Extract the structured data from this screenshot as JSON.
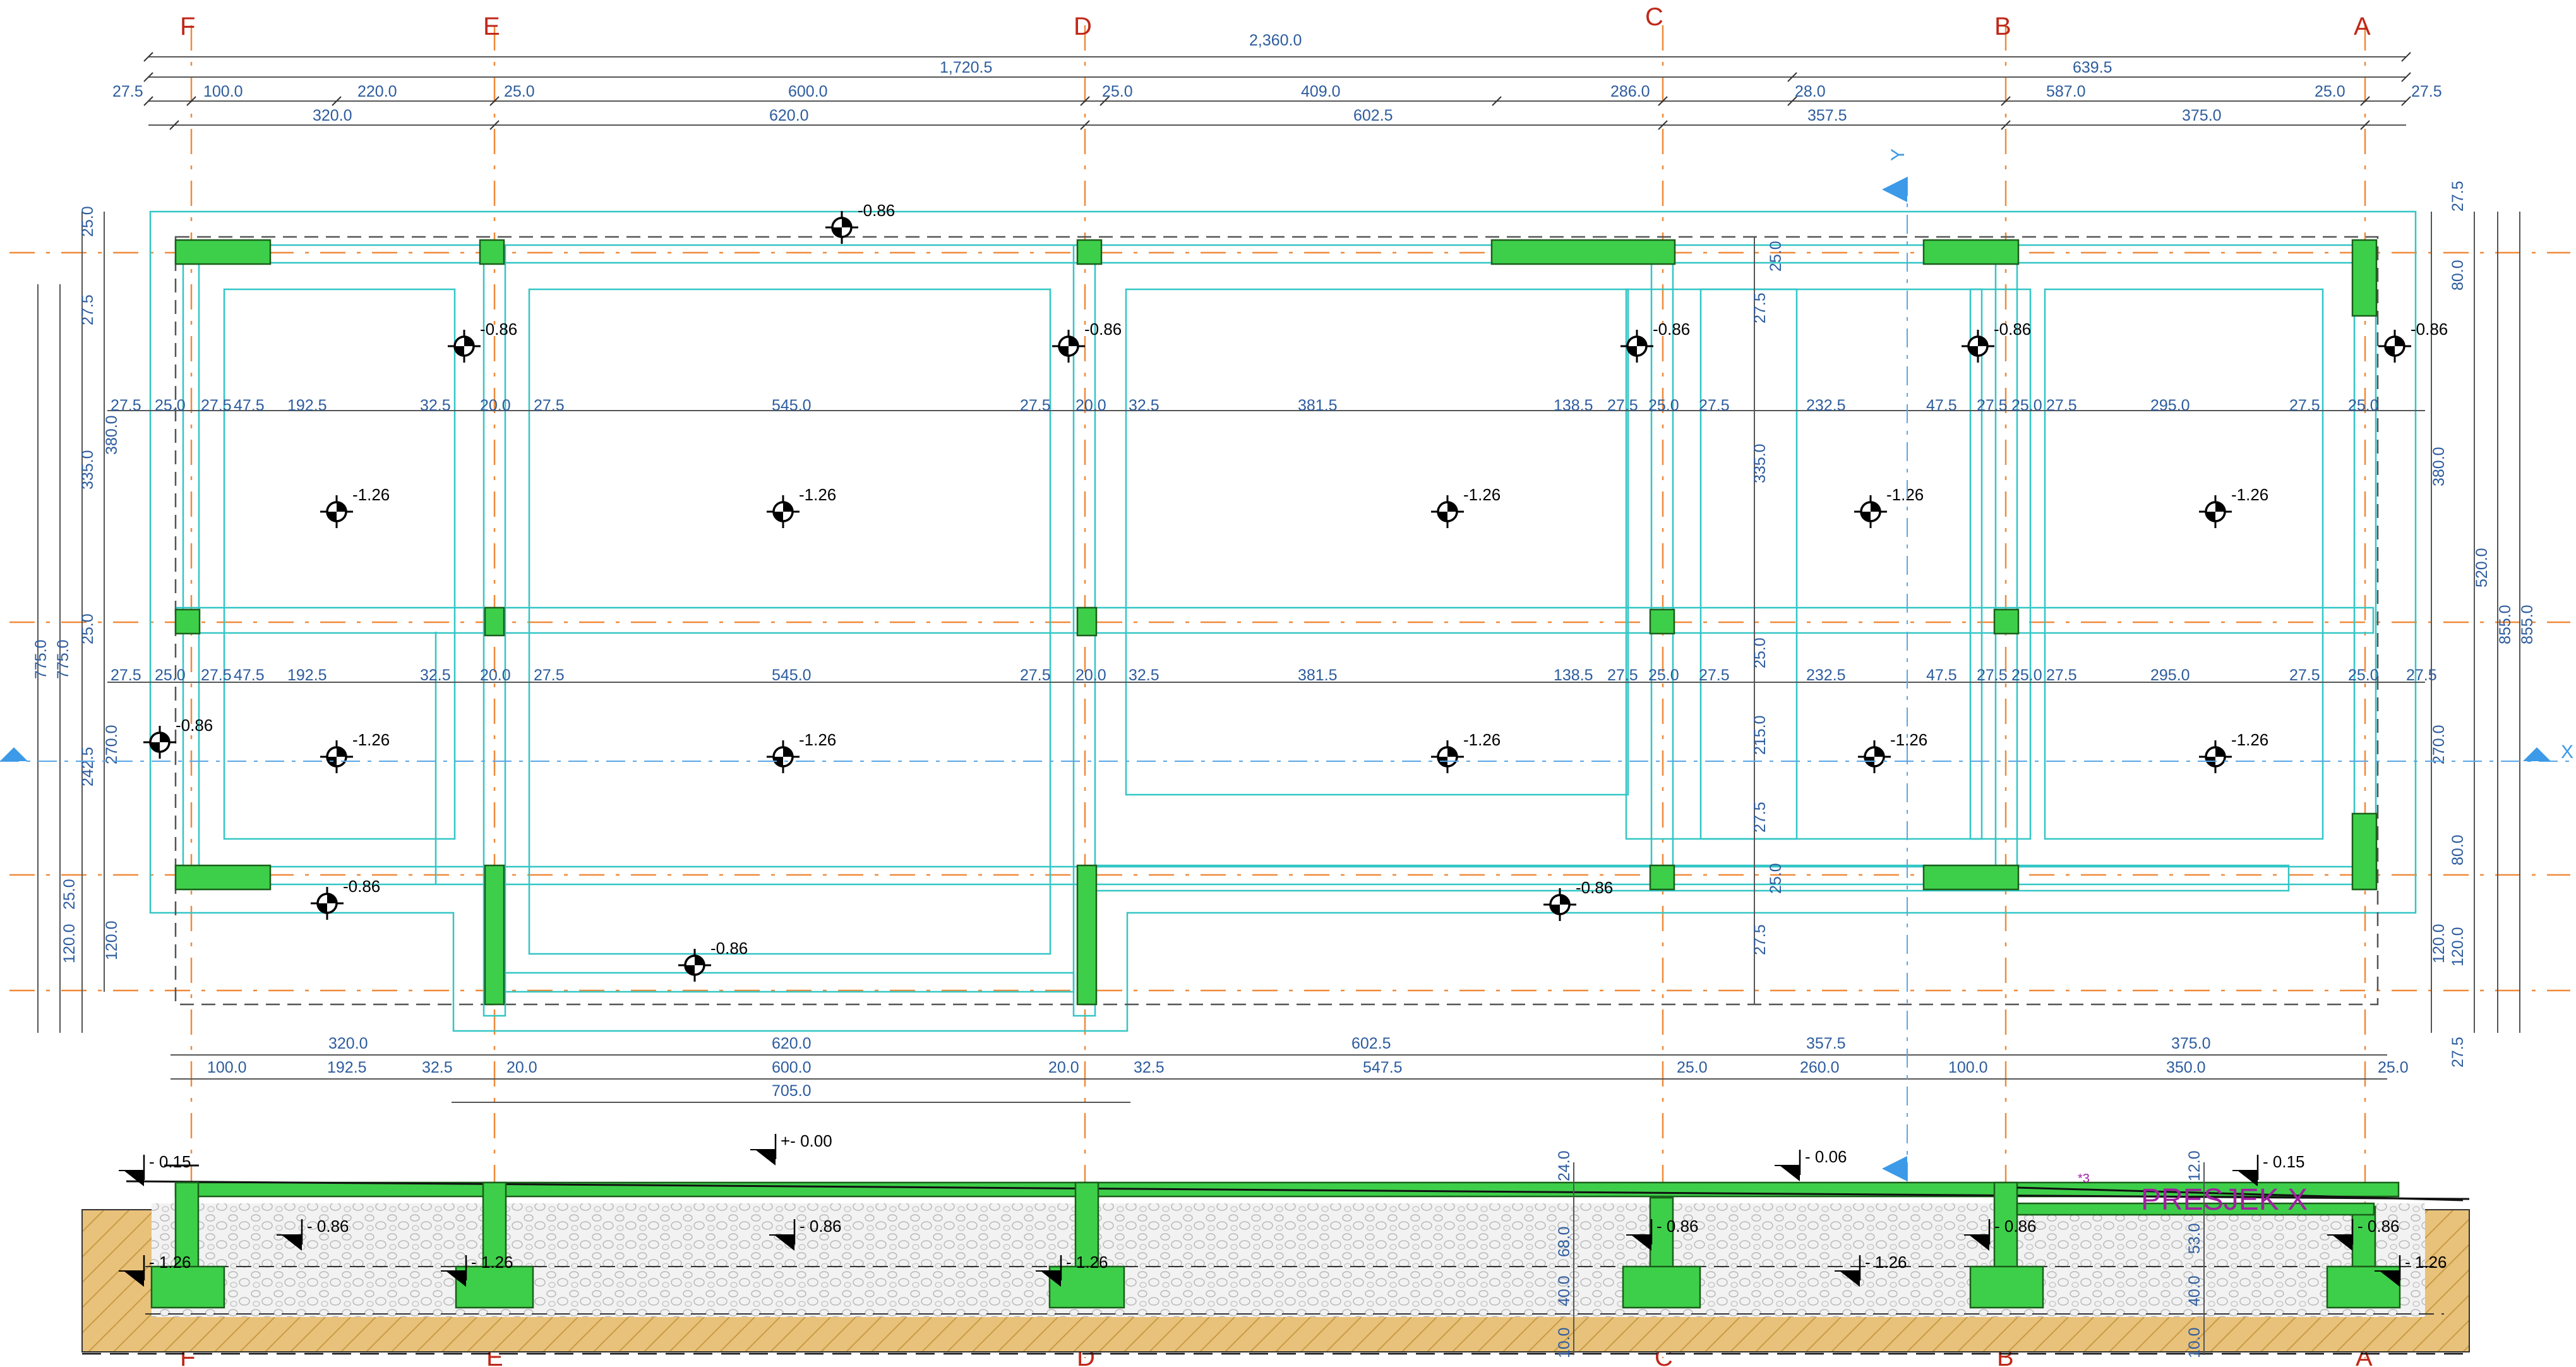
{
  "grid_axes": [
    "F",
    "E",
    "D",
    "C",
    "B",
    "A"
  ],
  "top_dims": {
    "overall": "2,360.0",
    "row2": [
      "1,720.5",
      "639.5"
    ],
    "row3": [
      "27.5",
      "100.0",
      "220.0",
      "25.0",
      "600.0",
      "25.0",
      "409.0",
      "286.0",
      "28.0",
      "587.0",
      "25.0",
      "27.5"
    ],
    "row4": [
      "320.0",
      "620.0",
      "602.5",
      "357.5",
      "375.0"
    ]
  },
  "bottom_dims": {
    "row1": [
      "320.0",
      "620.0",
      "602.5",
      "357.5",
      "375.0"
    ],
    "row2": [
      "100.0",
      "192.5",
      "32.5",
      "20.0",
      "600.0",
      "20.0",
      "32.5",
      "547.5",
      "25.0",
      "260.0",
      "100.0",
      "350.0",
      "25.0"
    ],
    "row3": [
      "705.0"
    ]
  },
  "inner_dims_row1": [
    "27.5",
    "25.0",
    "27.5",
    "47.5",
    "192.5",
    "32.5",
    "20.0",
    "27.5",
    "545.0",
    "27.5",
    "20.0",
    "32.5",
    "381.5",
    "138.5",
    "27.5",
    "25.0",
    "27.5",
    "232.5",
    "47.5",
    "27.5",
    "25.0",
    "27.5",
    "295.0",
    "27.5",
    "25.0"
  ],
  "inner_dims_row2": [
    "27.5",
    "25.0",
    "27.5",
    "47.5",
    "192.5",
    "32.5",
    "20.0",
    "27.5",
    "545.0",
    "27.5",
    "20.0",
    "32.5",
    "381.5",
    "138.5",
    "27.5",
    "25.0",
    "27.5",
    "232.5",
    "47.5",
    "27.5",
    "25.0",
    "27.5",
    "295.0",
    "27.5",
    "25.0",
    "27.5"
  ],
  "left_dims": {
    "outer": [
      "775.0",
      "775.0"
    ],
    "mid": [
      "27.5",
      "335.0",
      "25.0",
      "242.5",
      "25.0",
      "120.0"
    ],
    "inner": [
      "25.0",
      "380.0",
      "270.0",
      "120.0"
    ]
  },
  "right_dims": {
    "inner": [
      "27.5",
      "80.0",
      "380.0",
      "270.0",
      "80.0",
      "120.0",
      "120.0",
      "27.5"
    ],
    "mid": [
      "520.0"
    ],
    "outer": [
      "855.0",
      "855.0"
    ]
  },
  "middle_vertical_dims": [
    "25.0",
    "27.5",
    "335.0",
    "25.0",
    "215.0",
    "27.5",
    "25.0",
    "27.5"
  ],
  "plan_levels": {
    "slab": "-0.86",
    "pad": "-1.26"
  },
  "section": {
    "title": "PRESJEK X",
    "levels": [
      "- 0.15",
      "+- 0.00",
      "- 0.06",
      "- 0.15",
      "- 0.86",
      "- 1.26"
    ],
    "vertical_dims": [
      "24.0",
      "68.0",
      "40.0",
      "10.0",
      "12.0",
      "53.0",
      "40.0",
      "10.0"
    ],
    "slope_label": "*3"
  },
  "axis_marks": {
    "x": "X",
    "y": "Y"
  },
  "colors": {
    "grid_axis": "#f08a3a",
    "axis_label": "#c0281a",
    "dimension": "#2d5c9e",
    "concrete": "#3ecf4a",
    "outline": "#33c6c6",
    "section_title": "#a020a0",
    "soil": "#e8c27a"
  }
}
